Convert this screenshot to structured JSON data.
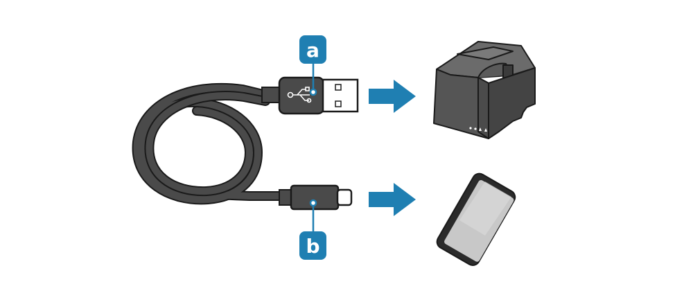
{
  "callouts": [
    {
      "id": "a",
      "label": "a"
    },
    {
      "id": "b",
      "label": "b"
    }
  ],
  "colors": {
    "accent": "#1f7fb2",
    "cable": "#4a4a4a",
    "cable_dark": "#2e2e2e",
    "outline": "#1a1a1a",
    "printer_body": "#555555",
    "printer_top": "#6b6b6b",
    "phone_body": "#2b2b2b",
    "phone_screen": "#c8c8c8"
  },
  "icons": {
    "usb_symbol": "usb-icon",
    "arrow": "arrow-right-icon"
  }
}
